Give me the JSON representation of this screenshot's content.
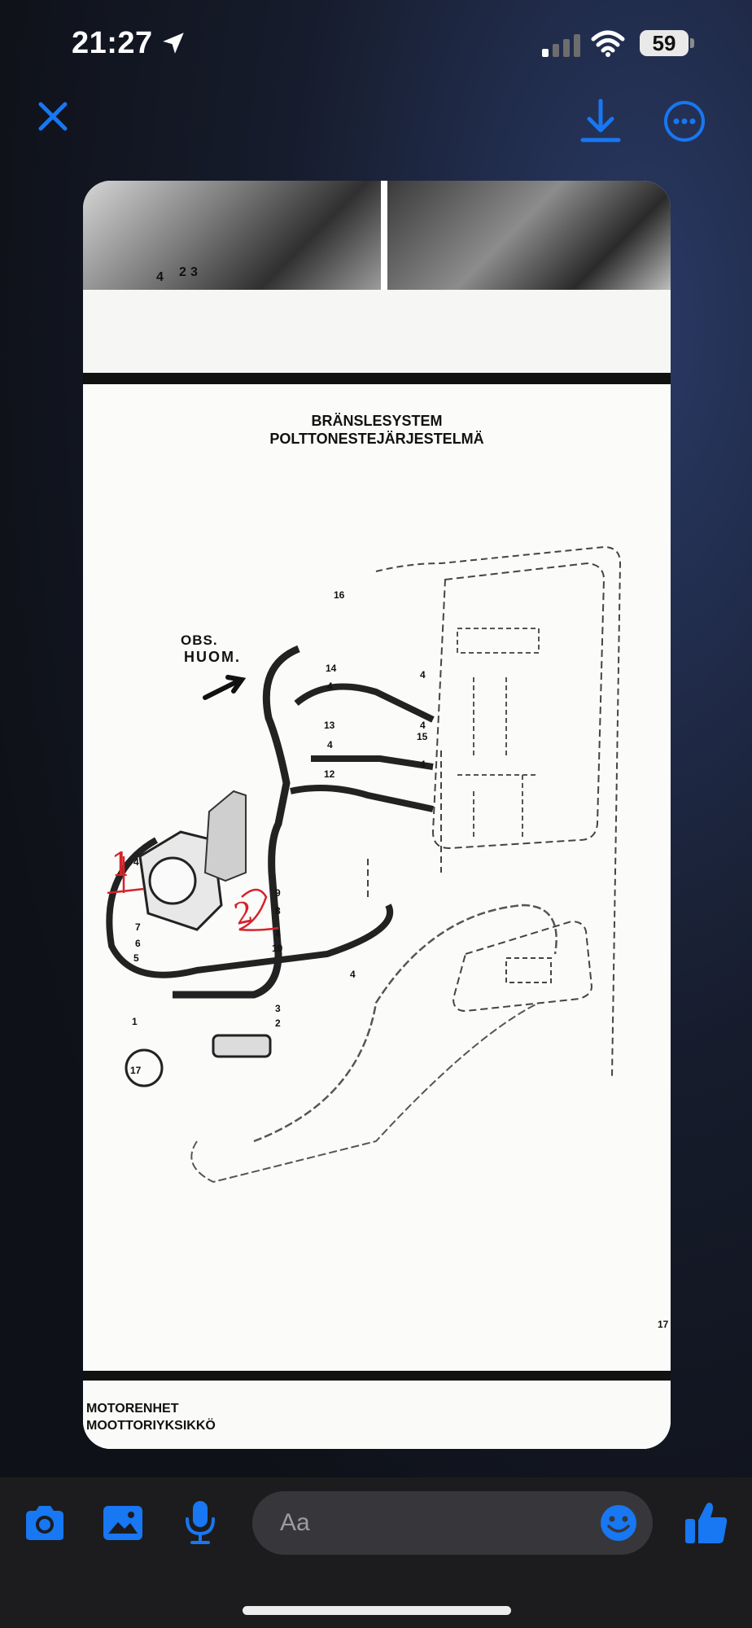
{
  "status_bar": {
    "time": "21:27",
    "battery_level": "59",
    "icons": [
      "location-arrow-icon",
      "cellular-signal-icon",
      "wifi-icon",
      "battery-icon"
    ]
  },
  "top_bar": {
    "icons": [
      "close-icon",
      "download-icon",
      "more-options-icon"
    ],
    "accent_color": "#1877F2"
  },
  "document": {
    "photo_labels": [
      "4",
      "2",
      "3"
    ],
    "title_line_1": "BRÄNSLESYSTEM",
    "title_line_2": "POLTTONESTEJÄRJESTELMÄ",
    "obs_label": "OBS.",
    "huom_label": "HUOM.",
    "part_numbers": [
      "16",
      "14",
      "4",
      "4",
      "13",
      "4",
      "4",
      "15",
      "12",
      "4",
      "4",
      "9",
      "8",
      "7",
      "6",
      "5",
      "4",
      "10",
      "3",
      "2",
      "4",
      "1",
      "17"
    ],
    "handwritten_marks": [
      "1",
      "2"
    ],
    "page_number": "17",
    "footer_line_1": "MOTORENHET",
    "footer_line_2": "MOOTTORIYKSIKKÖ"
  },
  "composer": {
    "placeholder": "Aa",
    "icons": [
      "camera-icon",
      "image-icon",
      "microphone-icon",
      "emoji-icon",
      "thumbs-up-icon"
    ]
  }
}
